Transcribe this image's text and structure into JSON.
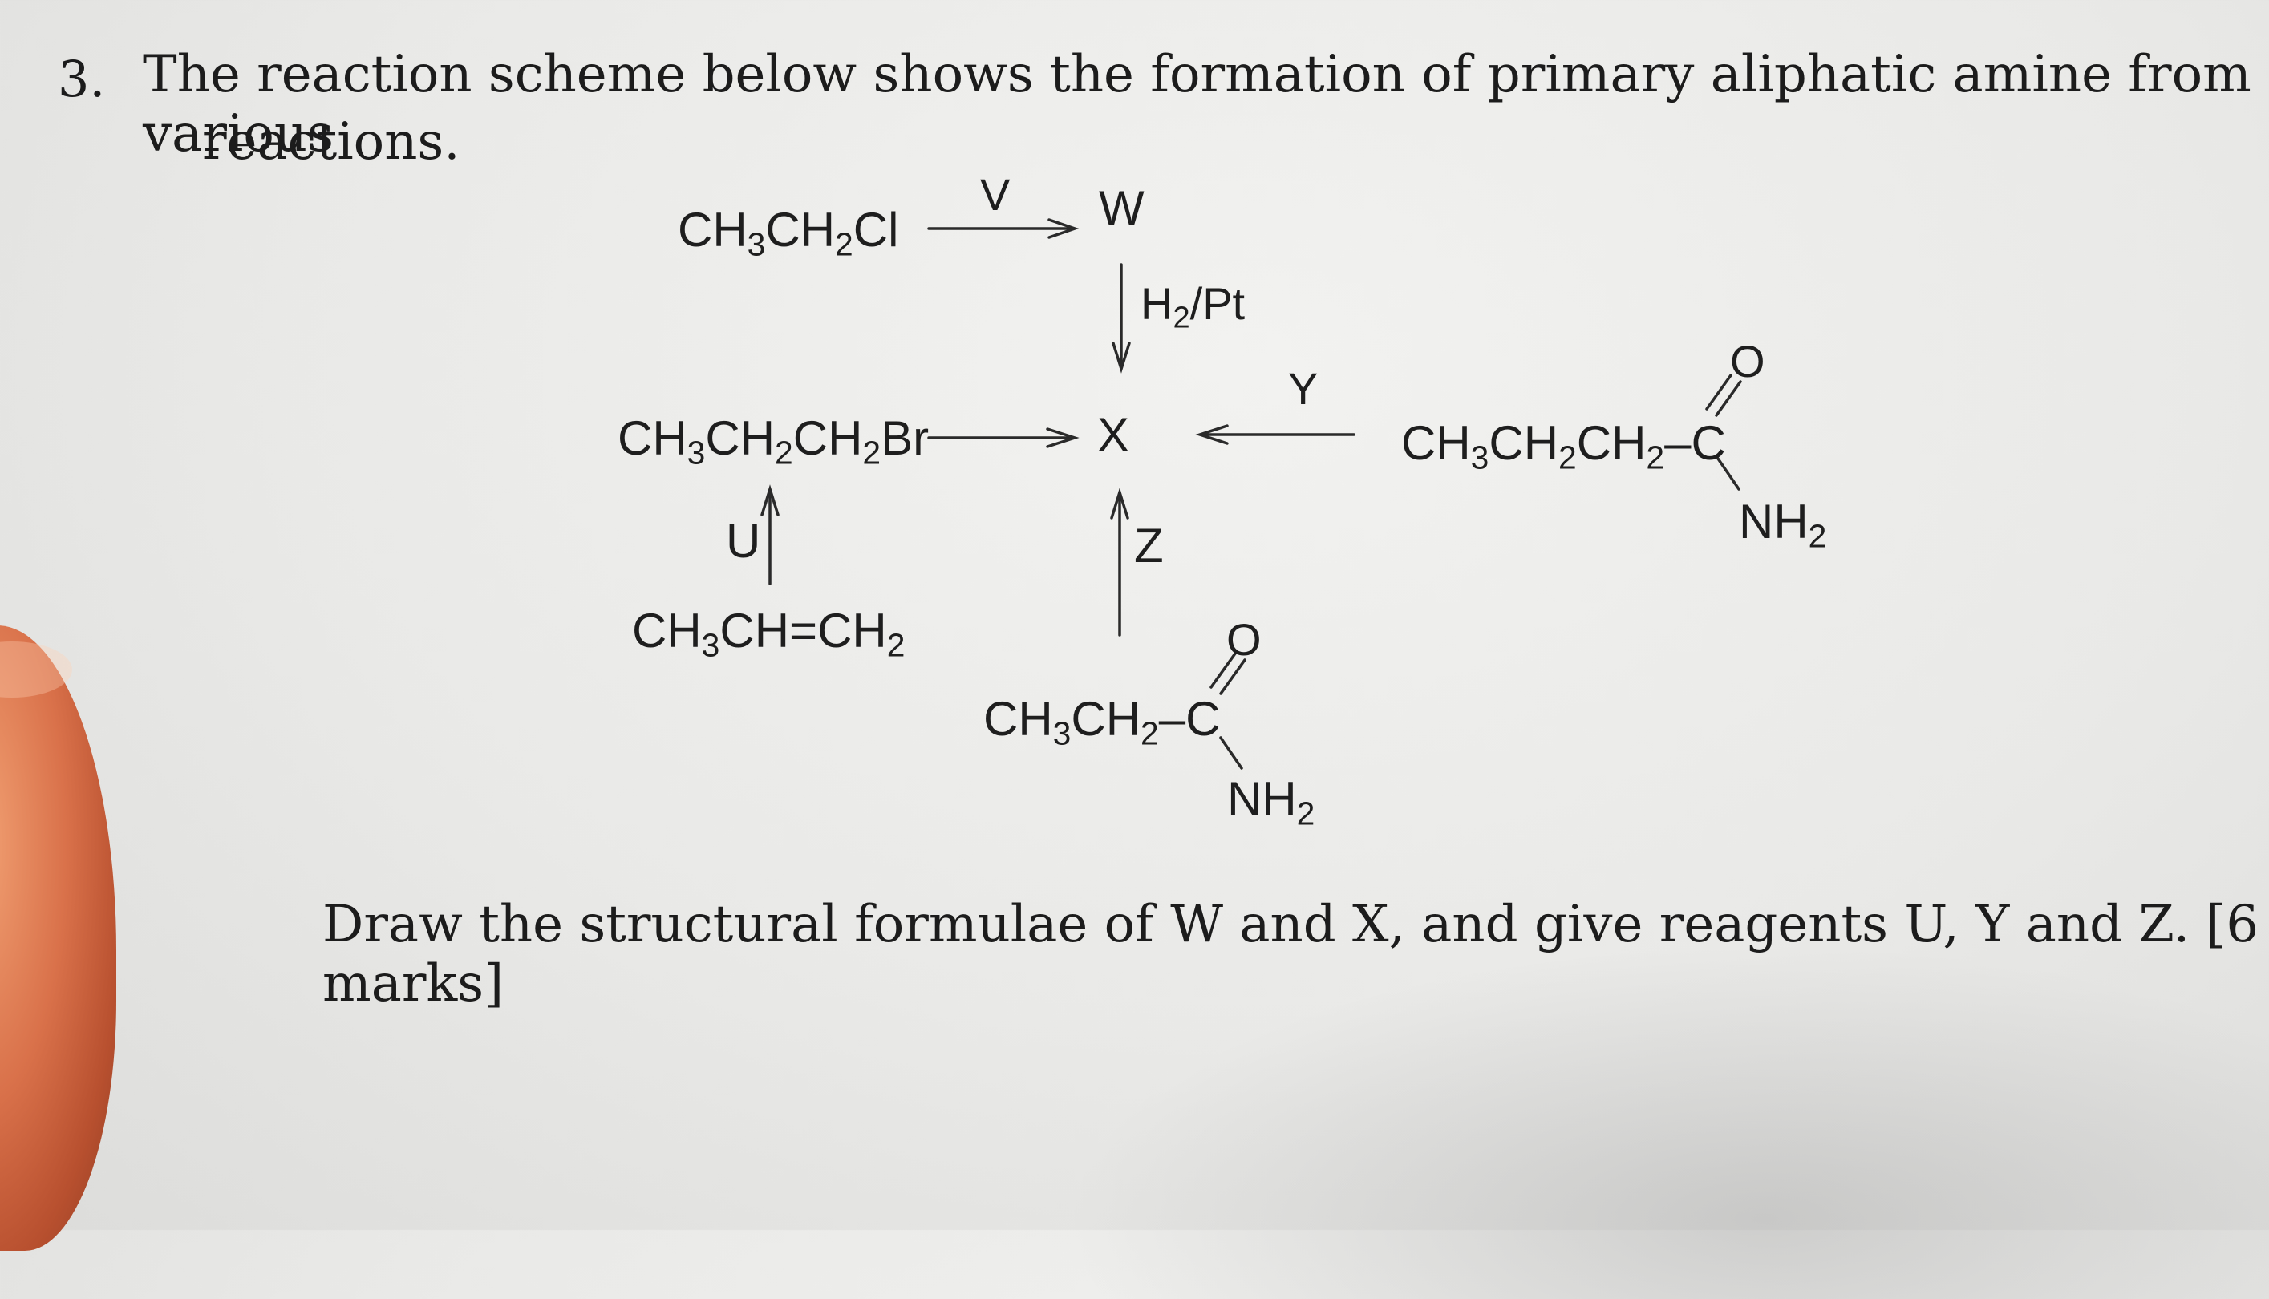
{
  "question": {
    "number": "3.",
    "line1": "The reaction scheme below shows the formation of primary aliphatic amine from various",
    "line2": "reactions.",
    "instruction": "Draw the structural formulae of W and X, and give reagents U, Y and Z. [6 marks]"
  },
  "scheme": {
    "chloroethane": {
      "p1": "CH",
      "s1": "3",
      "p2": "CH",
      "s2": "2",
      "p3": "Cl"
    },
    "bromopropane": {
      "p1": "CH",
      "s1": "3",
      "p2": "CH",
      "s2": "2",
      "p3": "CH",
      "s3": "2",
      "p4": "Br"
    },
    "propene": {
      "p1": "CH",
      "s1": "3",
      "p2": "CH=CH",
      "s2": "2"
    },
    "butanamide_chain": {
      "p1": "CH",
      "s1": "3",
      "p2": "CH",
      "s2": "2",
      "p3": "CH",
      "s3": "2",
      "p4": "–C"
    },
    "propanamide_chain": {
      "p1": "CH",
      "s1": "3",
      "p2": "CH",
      "s2": "2",
      "p3": "–C"
    },
    "oxygen": "O",
    "amide_nh2": {
      "p": "NH",
      "s": "2"
    },
    "W": "W",
    "X": "X",
    "reagent_V": "V",
    "reagent_U": "U",
    "reagent_Y": "Y",
    "reagent_Z": "Z",
    "catalyst": {
      "p1": "H",
      "s1": "2",
      "p2": "/Pt"
    }
  }
}
